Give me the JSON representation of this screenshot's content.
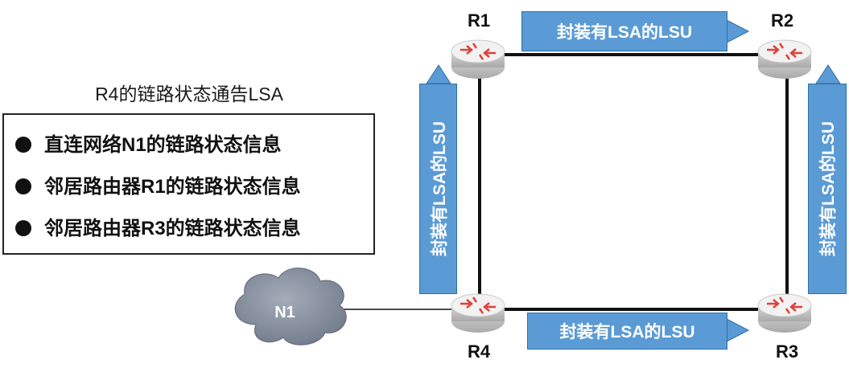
{
  "lsa_box": {
    "title": "R4的链路状态通告LSA",
    "items": [
      "直连网络N1的链路状态信息",
      "邻居路由器R1的链路状态信息",
      "邻居路由器R3的链路状态信息"
    ]
  },
  "routers": {
    "r1": "R1",
    "r2": "R2",
    "r3": "R3",
    "r4": "R4"
  },
  "network": {
    "n1": "N1"
  },
  "lsu_banners": {
    "top": "封装有LSA的LSU",
    "bottom": "封装有LSA的LSU",
    "left": "封装有LSA的LSU",
    "right": "封装有LSA的LSU"
  },
  "colors": {
    "banner_fill": "#5b9bd5",
    "router_fill": "#ececec",
    "router_arrows": "#e0413a",
    "cloud_fill": "#8a93a3"
  }
}
